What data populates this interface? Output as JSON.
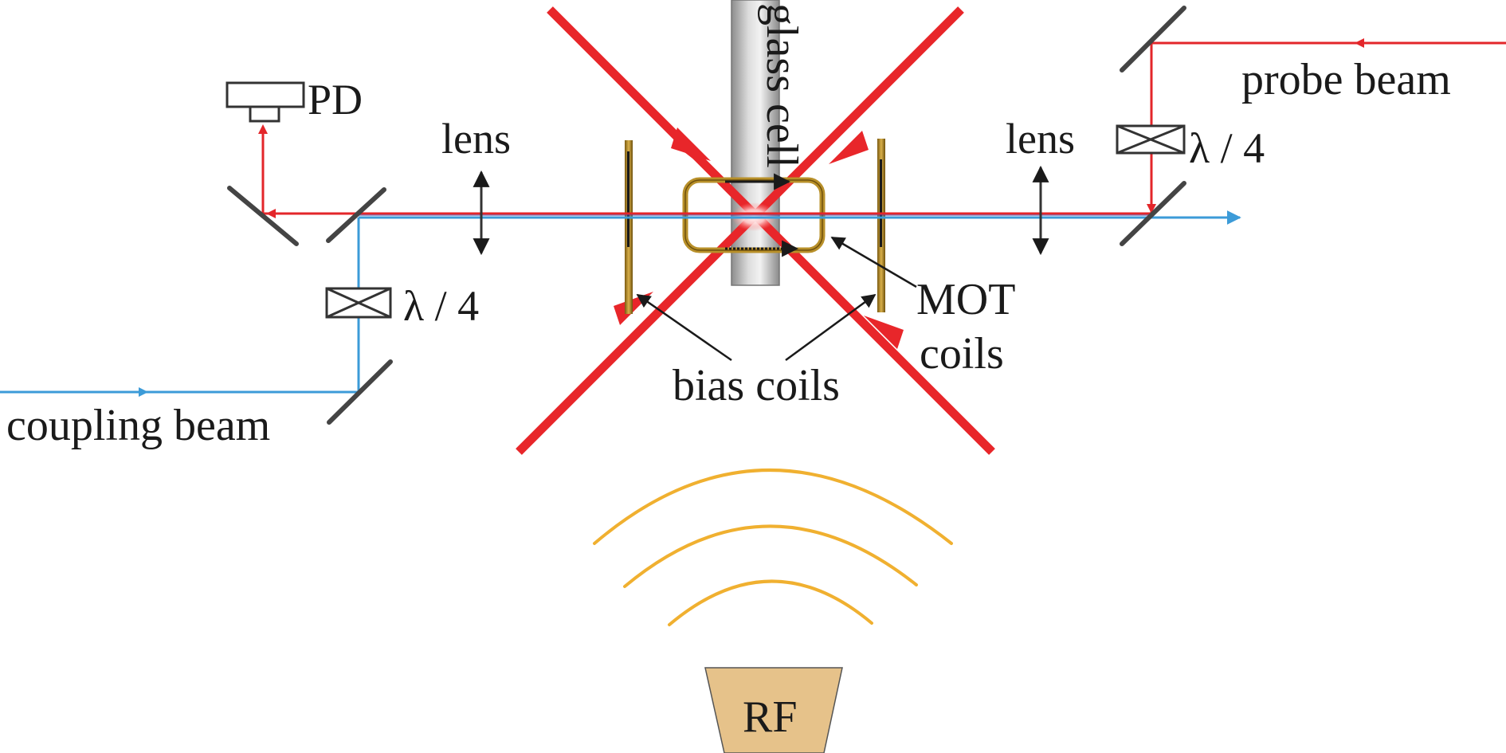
{
  "labels": {
    "glass_cell": "glass cell",
    "pd": "PD",
    "lens_left": "lens",
    "lens_right": "lens",
    "qwp_left": "λ / 4",
    "qwp_right": "λ / 4",
    "probe_beam": "probe beam",
    "coupling_beam": "coupling beam",
    "mot_coils_line1": "MOT",
    "mot_coils_line2": "coils",
    "bias_coils": "bias coils",
    "rf": "RF"
  },
  "colors": {
    "probe": "#e3262a",
    "coupling": "#3c9bd8",
    "mot_beam": "#e8262a",
    "coil": "#b8902a",
    "rf_wave": "#f0b030",
    "rf_source": "#e6c28a",
    "glass_cell": "#c8c8c8",
    "mirror": "#444444",
    "arrow": "#1a1a1a"
  },
  "icons": [
    "photodiode-icon",
    "mirror-icon",
    "lens-icon",
    "quarter-wave-plate-icon",
    "rf-antenna-icon"
  ]
}
